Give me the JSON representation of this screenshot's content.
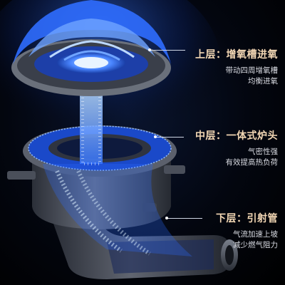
{
  "layers": {
    "top": {
      "title": "上层：增氧槽进氧",
      "desc": [
        "带动四周增氧槽",
        "均衡进氧"
      ]
    },
    "middle": {
      "title": "中层：一体式炉头",
      "desc": [
        "气密性强",
        "有效提高热负荷"
      ]
    },
    "lower": {
      "title": "下层：引射管",
      "desc": [
        "气流加速上坡",
        "减少燃气阻力"
      ]
    }
  },
  "colors": {
    "flame": "#2f6dff",
    "title": "#f3d7b4",
    "text": "#d9dbe2",
    "metal": "#5a5f6b"
  }
}
